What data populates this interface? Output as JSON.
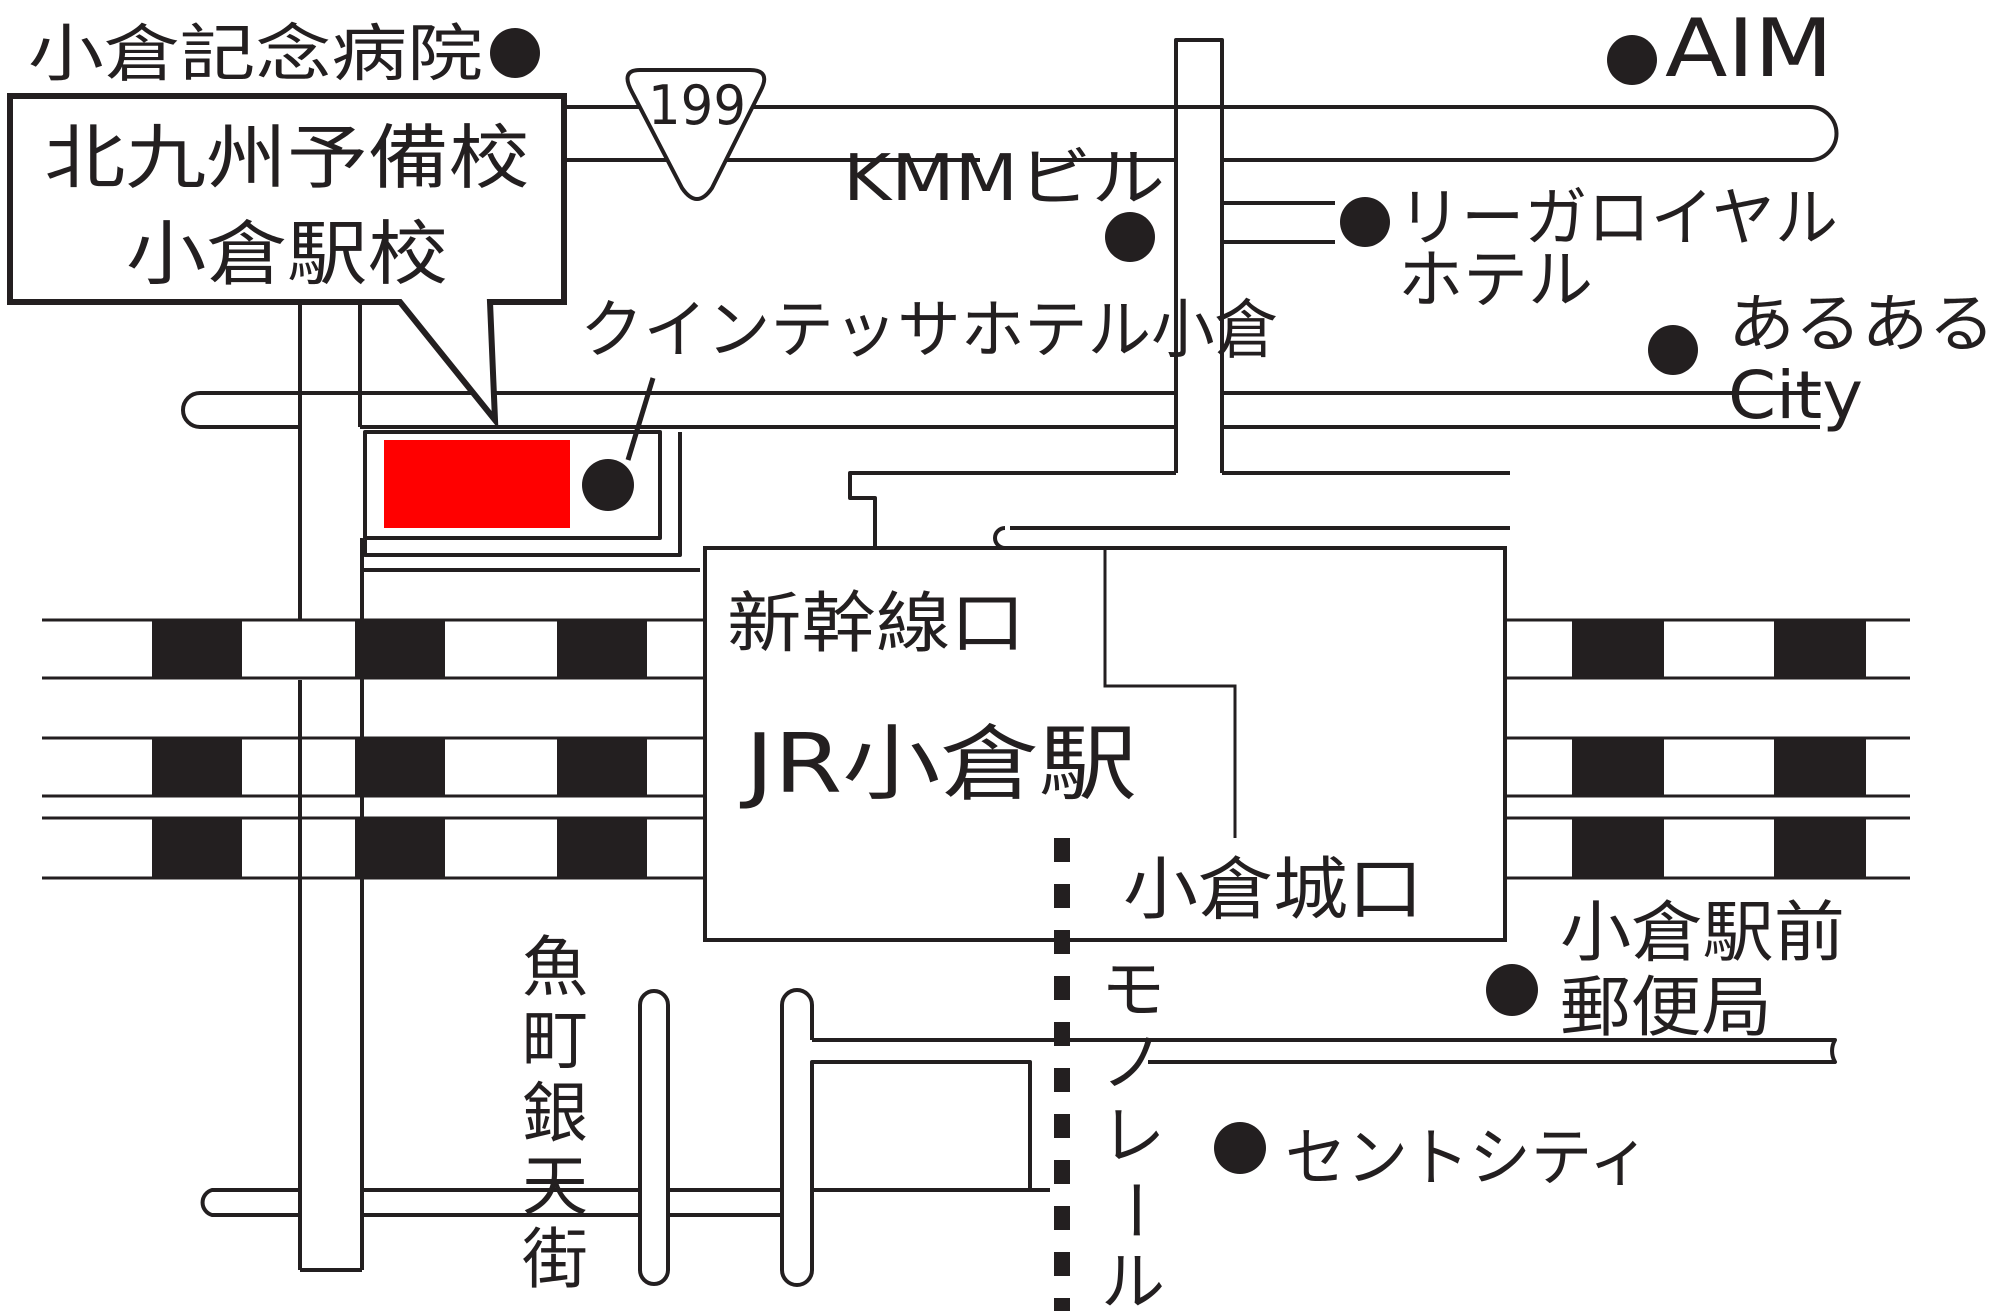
{
  "map": {
    "callout": {
      "line1": "北九州予備校",
      "line2": "小倉駅校"
    },
    "highlight_color": "#ff0000",
    "route_shield": "199",
    "station": "JR小倉駅",
    "station_exits": {
      "shinkansen": "新幹線口",
      "kokurajo": "小倉城口"
    },
    "landmarks": {
      "hospital": "小倉記念病院",
      "aim": "AIM",
      "kmm": "KMMビル",
      "rihga_1": "リーガロイヤル",
      "rihga_2": "ホテル",
      "quintessa": "クインテッサホテル小倉",
      "aruaru_1": "あるある",
      "aruaru_2": "City",
      "post_1": "小倉駅前",
      "post_2": "郵便局",
      "saint_city": "セントシティ"
    },
    "streets": {
      "uomachi": [
        "魚",
        "町",
        "銀",
        "天",
        "街"
      ],
      "monorail": [
        "モ",
        "ノ",
        "レ",
        "ー",
        "ル"
      ]
    }
  }
}
